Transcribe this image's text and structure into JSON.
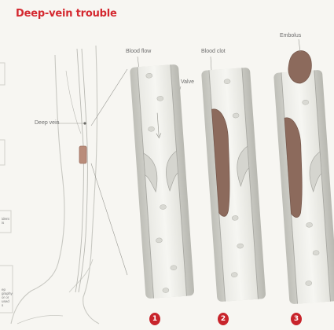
{
  "title": "Deep-vein trouble",
  "labels": {
    "deep_vein": "Deep vein",
    "blood_flow": "Blood flow",
    "valve": "Valve",
    "blood_clot": "Blood clot",
    "embolus": "Embolus"
  },
  "side_fragments": {
    "frag_1": "ident\nis",
    "frag_2": "ep\ngraphy\nor or\nused\ns"
  },
  "steps": [
    "1",
    "2",
    "3"
  ],
  "colors": {
    "title": "#d4282f",
    "clot": "#8c6a5c",
    "vessel_wall": "#d6d6d1",
    "step_badge": "#c8242b"
  }
}
